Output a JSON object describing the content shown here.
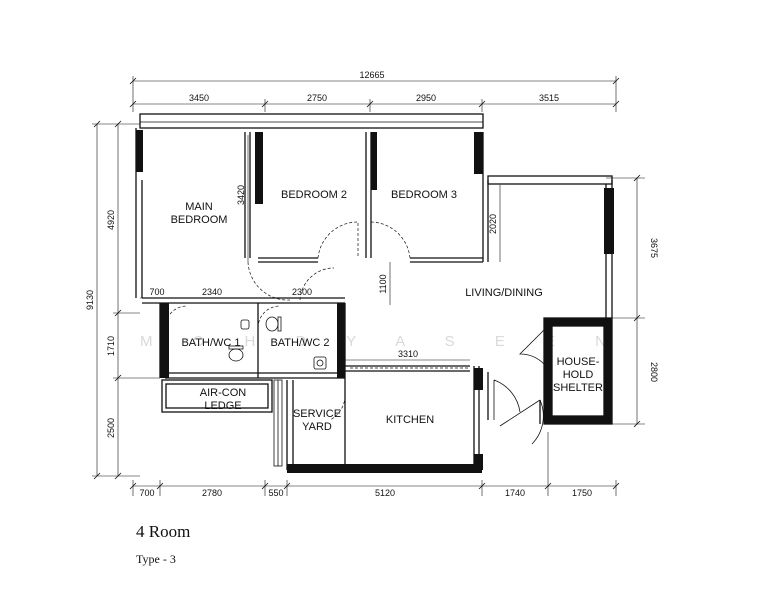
{
  "watermark": "M O H D   Y A S E E N",
  "title": "4 Room",
  "subtitle": "Type - 3",
  "dimensions": {
    "overall_width": "12665",
    "top": [
      "3450",
      "2750",
      "2950",
      "3515"
    ],
    "bottom": [
      "700",
      "2780",
      "550",
      "5120",
      "1740",
      "1750"
    ],
    "left_total": "9130",
    "left": [
      "4920",
      "1710",
      "2500"
    ],
    "right": [
      "3675",
      "2800"
    ],
    "interior": {
      "main_bedroom_height": "3420",
      "bedroom3_height": "2020",
      "corridor": "1100",
      "bath_left": "700",
      "bath1_width": "2340",
      "bath2_width": "2300",
      "kitchen_width": "3310"
    }
  },
  "rooms": {
    "main_bedroom": [
      "MAIN",
      "BEDROOM"
    ],
    "bedroom2": "BEDROOM  2",
    "bedroom3": "BEDROOM  3",
    "living_dining": "LIVING/DINING",
    "bath1": "BATH/WC  1",
    "bath2": "BATH/WC  2",
    "aircon_ledge": [
      "AIR-CON",
      "LEDGE"
    ],
    "service_yard": [
      "SERVICE",
      "YARD"
    ],
    "kitchen": "KITCHEN",
    "household_shelter": [
      "HOUSE-",
      "HOLD",
      "SHELTER"
    ]
  }
}
